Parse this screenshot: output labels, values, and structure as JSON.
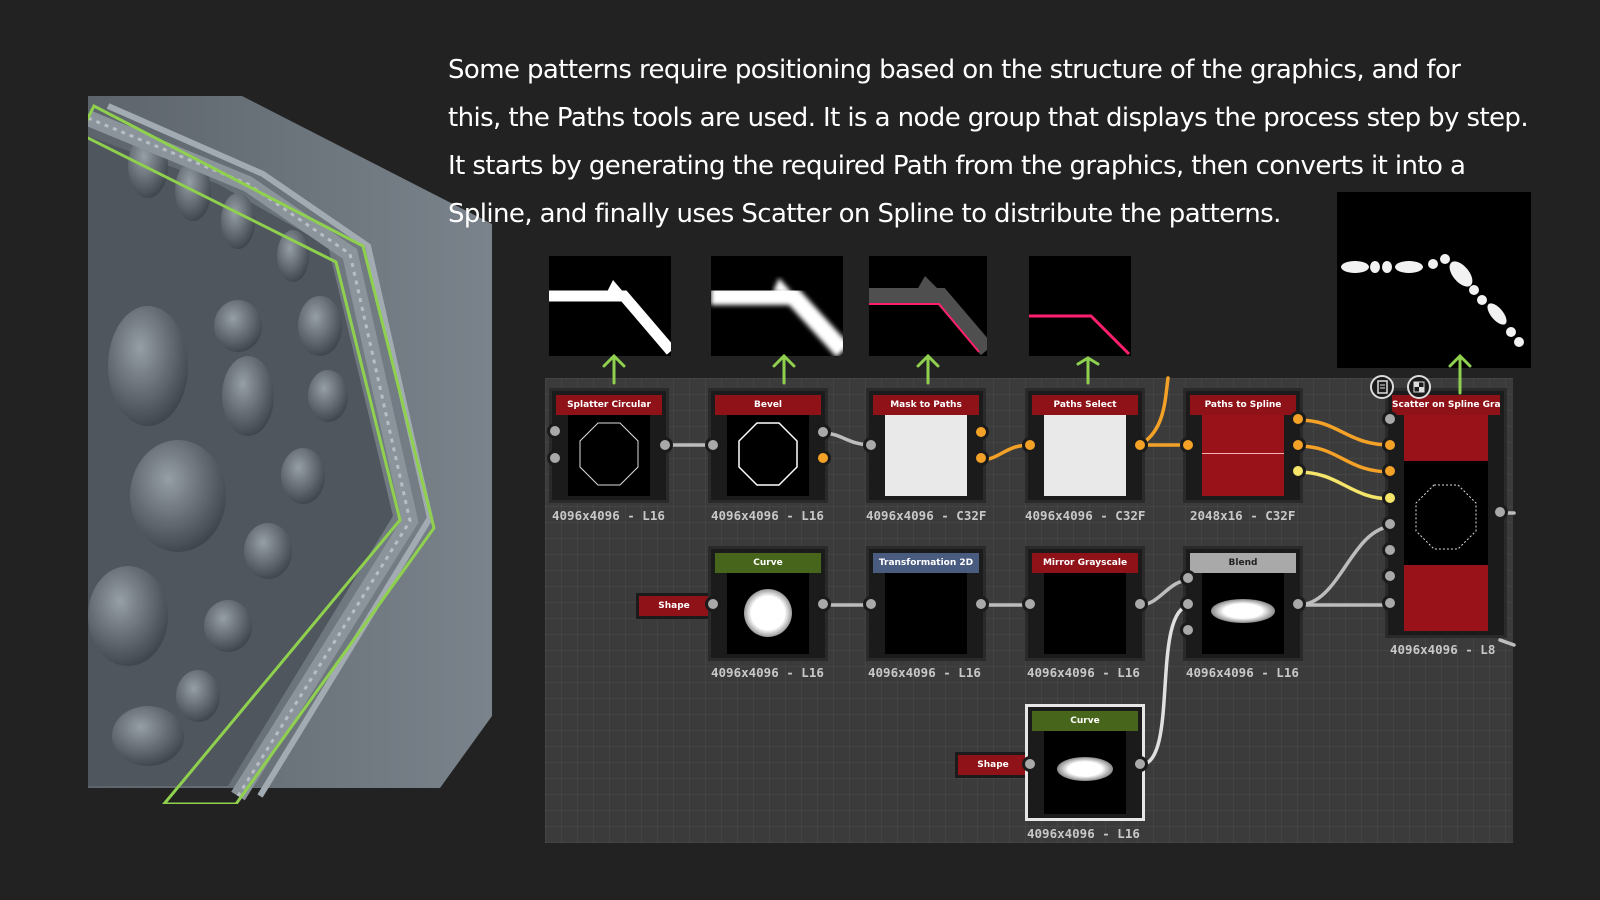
{
  "description": {
    "lines": [
      "Some patterns require positioning based on the structure of the graphics, and for",
      "this, the Paths tools are used. It is a node group that displays the process step by step.",
      " It starts by generating the required Path from the graphics, then converts it into a",
      "Spline, and finally uses Scatter on Spline to distribute the patterns."
    ]
  },
  "graph": {
    "nodes": [
      {
        "title": "Splatter Circular",
        "resolution": "4096x4096 - L16"
      },
      {
        "title": "Bevel",
        "resolution": "4096x4096 - L16"
      },
      {
        "title": "Mask to Paths",
        "resolution": "4096x4096 - C32F"
      },
      {
        "title": "Paths Select",
        "resolution": "4096x4096 - C32F"
      },
      {
        "title": "Paths to Spline",
        "resolution": "2048x16 - C32F"
      },
      {
        "title": "Scatter on Spline Grays...",
        "resolution": "4096x4096 - L8"
      },
      {
        "title": "Curve",
        "resolution": "4096x4096 - L16"
      },
      {
        "title": "Transformation 2D",
        "resolution": "4096x4096 - L16"
      },
      {
        "title": "Mirror Grayscale",
        "resolution": "4096x4096 - L16"
      },
      {
        "title": "Blend",
        "resolution": "4096x4096 - L16"
      },
      {
        "title": "Curve",
        "resolution": "4096x4096 - L16"
      }
    ],
    "shape_tags": [
      "Shape",
      "Shape"
    ]
  },
  "colors": {
    "background": "#222222",
    "graph_bg": "#3b3b3b",
    "header_red": "#8e1218",
    "header_green": "#47661c",
    "header_blue": "#4a5b80",
    "header_gray": "#a9a9a9",
    "wire_orange": "#f4a127",
    "wire_yellow": "#f5e66b",
    "wire_gray": "#bdbdbd",
    "highlight_green": "#8fd14f",
    "preview_magenta": "#ff1f6e"
  },
  "icons": [
    "up-arrow-icon",
    "document-icon",
    "checker-icon"
  ]
}
